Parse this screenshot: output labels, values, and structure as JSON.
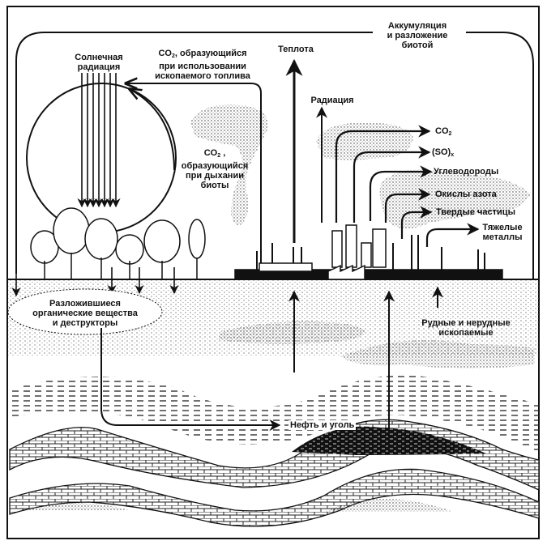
{
  "diagram": {
    "labels": {
      "solar_radiation": [
        "Солнечная",
        "радиация"
      ],
      "co2_fossil": [
        "CO",
        "2",
        ", образующийся",
        "при  использовании",
        "ископаемого топлива"
      ],
      "heat": "Теплота",
      "radiation": "Радиация",
      "accumulation": [
        "Аккумуляция",
        "и разложение",
        "биотой"
      ],
      "co2_respiration": [
        "CO",
        "2",
        " ,",
        "образующийся",
        "при дыхании",
        "биоты"
      ],
      "emissions": {
        "co2": [
          "CO",
          "2"
        ],
        "sox": [
          "(SO)",
          "x"
        ],
        "hydrocarbons": "Углеводороды",
        "nitrogen_oxides": "Окислы азота",
        "particulates": "Твердые частицы",
        "heavy_metals": [
          "Тяжелые",
          "металлы"
        ]
      },
      "decomposed": [
        "Разложившиеся",
        "органические вещества",
        "и деструкторы"
      ],
      "minerals": [
        "Рудные и нерудные",
        "ископаемые"
      ],
      "oil_coal": "Нефть и уголь"
    },
    "colors": {
      "ink": "#111111",
      "paper": "#ffffff",
      "stipple": "#555555"
    }
  }
}
